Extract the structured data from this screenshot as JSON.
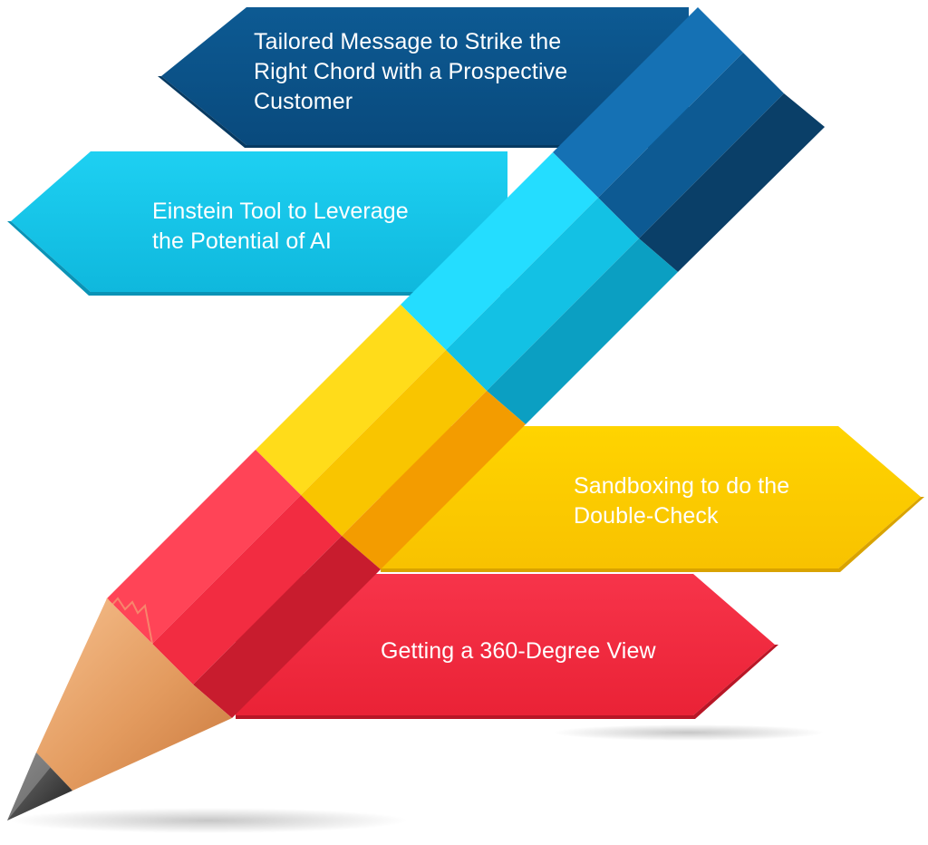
{
  "colors": {
    "navy": "#0b5289",
    "cyan": "#12c3e6",
    "yellow": "#fcc900",
    "red": "#f42a3f",
    "wood": "#e7a26a",
    "graphite": "#3c3c3c"
  },
  "items": [
    {
      "color": "navy",
      "lines": [
        "Tailored Message to Strike the",
        "Right Chord with a Prospective",
        "Customer"
      ]
    },
    {
      "color": "cyan",
      "lines": [
        "Einstein Tool to Leverage",
        "the Potential of AI"
      ]
    },
    {
      "color": "yellow",
      "lines": [
        "Sandboxing to do the",
        "Double-Check"
      ]
    },
    {
      "color": "red",
      "lines": [
        "Getting a 360-Degree View"
      ]
    }
  ]
}
